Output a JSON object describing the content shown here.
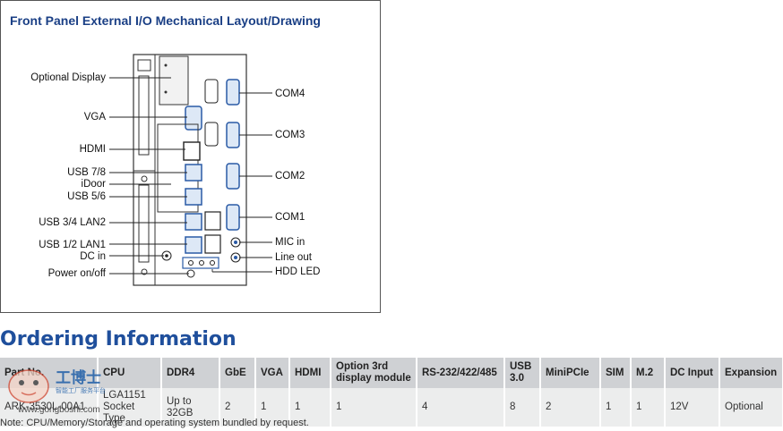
{
  "drawing": {
    "title": "Front Panel External I/O Mechanical Layout/Drawing",
    "left_labels": [
      "Optional Display",
      "VGA",
      "HDMI",
      "USB 7/8",
      "iDoor",
      "USB 5/6",
      "USB 3/4 LAN2",
      "USB 1/2 LAN1",
      "DC in",
      "Power on/off"
    ],
    "right_labels": [
      "COM4",
      "COM3",
      "COM2",
      "COM1",
      "MIC in",
      "Line out",
      "HDD LED"
    ]
  },
  "ordering": {
    "title": "Ordering Information",
    "headers": [
      "Part No.",
      "CPU",
      "DDR4",
      "GbE",
      "VGA",
      "HDMI",
      "Option 3rd display module",
      "RS-232/422/485",
      "USB 3.0",
      "MiniPCIe",
      "SIM",
      "M.2",
      "DC Input",
      "Expansion"
    ],
    "rows": [
      [
        "ARK-3530L-00A1",
        "LGA1151 Socket Type",
        "Up to 32GB",
        "2",
        "1",
        "1",
        "1",
        "4",
        "8",
        "2",
        "1",
        "1",
        "12V",
        "Optional"
      ]
    ],
    "note": "Note: CPU/Memory/Storage and operating system bundled by request."
  },
  "watermark": {
    "brand": "工博士",
    "subtitle": "智能工厂服务平台",
    "url": "www.gongboshi.com"
  },
  "colors": {
    "title_blue": "#1a3f85",
    "heading_blue": "#1f4f9c",
    "header_gray": "#cfd1d4",
    "cell_gray": "#eceded"
  }
}
